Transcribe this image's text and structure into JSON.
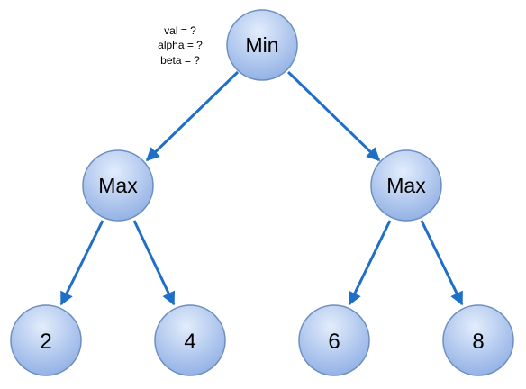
{
  "annotation": {
    "lines": [
      "val = ?",
      "alpha = ?",
      "beta = ?"
    ]
  },
  "nodes": {
    "root": {
      "label": "Min"
    },
    "left": {
      "label": "Max"
    },
    "right": {
      "label": "Max"
    },
    "leaf1": {
      "label": "2"
    },
    "leaf2": {
      "label": "4"
    },
    "leaf3": {
      "label": "6"
    },
    "leaf4": {
      "label": "8"
    }
  },
  "colors": {
    "node_fill_top": "#dce8fb",
    "node_fill_bottom": "#8fb0e6",
    "node_stroke": "#6c8ebf",
    "edge": "#1f6fc8"
  }
}
